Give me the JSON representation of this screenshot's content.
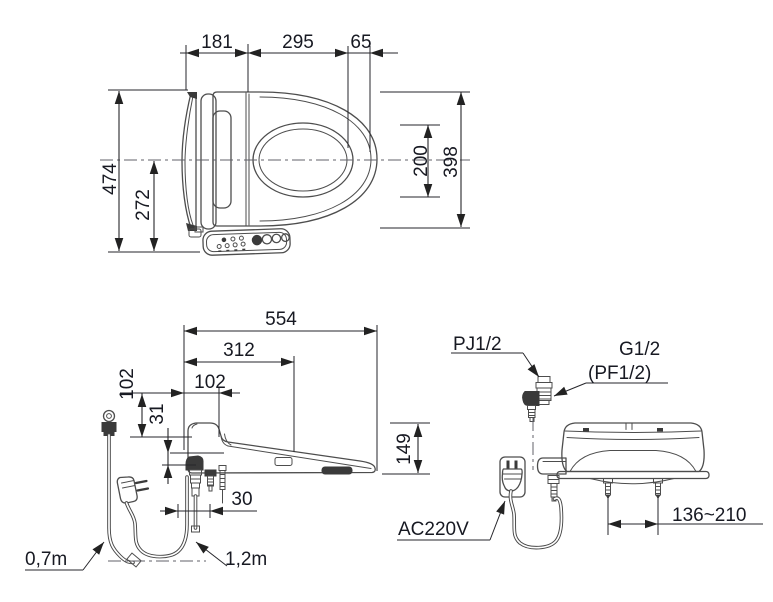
{
  "drawing": {
    "type": "bidet-seat-installation-dimension-drawing",
    "units_implied": "mm",
    "colors": {
      "background": "#ffffff",
      "geometry_line": "#4d4d4d",
      "dimension_line": "#26262b",
      "text": "#171922"
    },
    "top_view": {
      "dim_tank_width": "181",
      "dim_seat_length": "295",
      "dim_front_overhang": "65",
      "dim_overall_depth": "474",
      "dim_panel_extent": "272",
      "dim_opening_length": "200",
      "dim_seat_width": "398"
    },
    "side_view": {
      "dim_overall_length": "554",
      "dim_lid_length": "312",
      "dim_rear_setback": "102",
      "dim_rear_height": "102",
      "dim_clearance": "31",
      "dim_valve_offset": "30",
      "water_hose_length": "0,7m",
      "power_cord_length": "1,2m"
    },
    "rear_view": {
      "dim_body_height": "149",
      "dim_bolt_spacing": "136~210",
      "water_inlet_label": "PJ1/2",
      "thread_label": "G1/2",
      "thread_alt_label": "(PF1/2)",
      "power_label": "AC220V"
    }
  }
}
